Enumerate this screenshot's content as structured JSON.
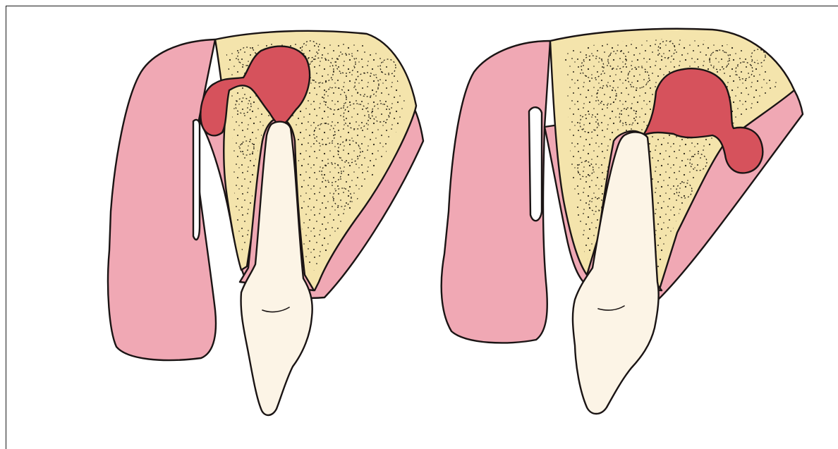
{
  "figure": {
    "panels": [
      {
        "id": "left",
        "lesion_spread": "buccal-vestibular"
      },
      {
        "id": "right",
        "lesion_spread": "palatal"
      }
    ],
    "colors": {
      "soft_tissue": "#f0a8b4",
      "bone": "#f4e4ac",
      "lesion": "#d6525c",
      "tooth": "#fcf4e6",
      "outline": "#1a1414",
      "marrow_dots": "#2a2418"
    }
  }
}
